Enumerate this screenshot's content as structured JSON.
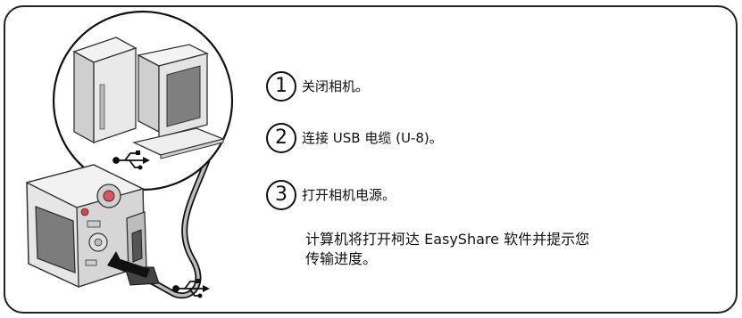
{
  "steps": [
    {
      "number": "1",
      "text": "关闭相机。"
    },
    {
      "number": "2",
      "text": "连接 USB 电缆 (U-8)。"
    },
    {
      "number": "3",
      "text": "打开相机电源。"
    }
  ],
  "note": {
    "line1": "计算机将打开柯达 EasyShare 软件并提示您",
    "line2": "传输进度。"
  },
  "colors": {
    "border": "#222222",
    "camera_body": "#d9d9d9",
    "screen": "#7a7a7a",
    "monitor": "#e2e2e2"
  },
  "icons": [
    "computer-icon",
    "camera-icon",
    "usb-icon",
    "usb-cable-icon"
  ]
}
